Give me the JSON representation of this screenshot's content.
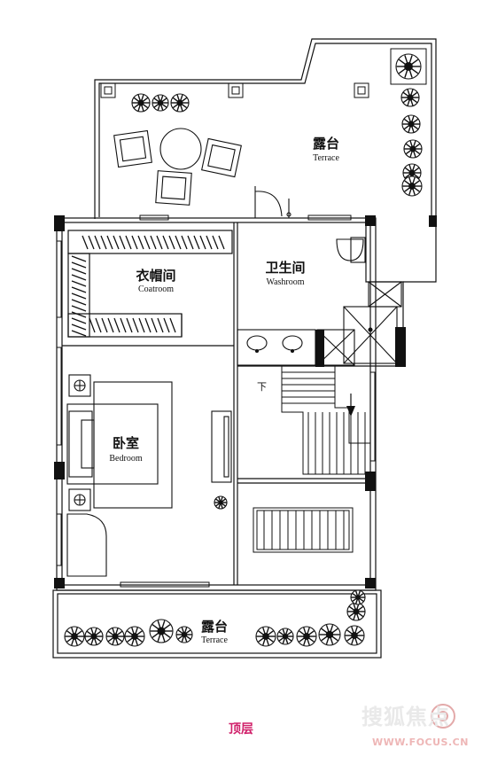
{
  "plan": {
    "rooms": [
      {
        "id": "terrace-top",
        "cn": "露台",
        "en": "Terrace"
      },
      {
        "id": "coatroom",
        "cn": "衣帽间",
        "en": "Coatroom"
      },
      {
        "id": "washroom",
        "cn": "卫生间",
        "en": "Washroom"
      },
      {
        "id": "bedroom",
        "cn": "卧室",
        "en": "Bedroom"
      },
      {
        "id": "terrace-bottom",
        "cn": "露台",
        "en": "Terrace"
      }
    ],
    "stair_down_mark": "下",
    "floor_caption": "顶层"
  },
  "colors": {
    "line": "#111111",
    "caption": "#d0206a",
    "watermark": "#e6e6e6",
    "watermark_url": "#e8a8a8"
  },
  "watermark": {
    "brand": "搜狐焦点",
    "url": "WWW.FOCUS.CN"
  }
}
